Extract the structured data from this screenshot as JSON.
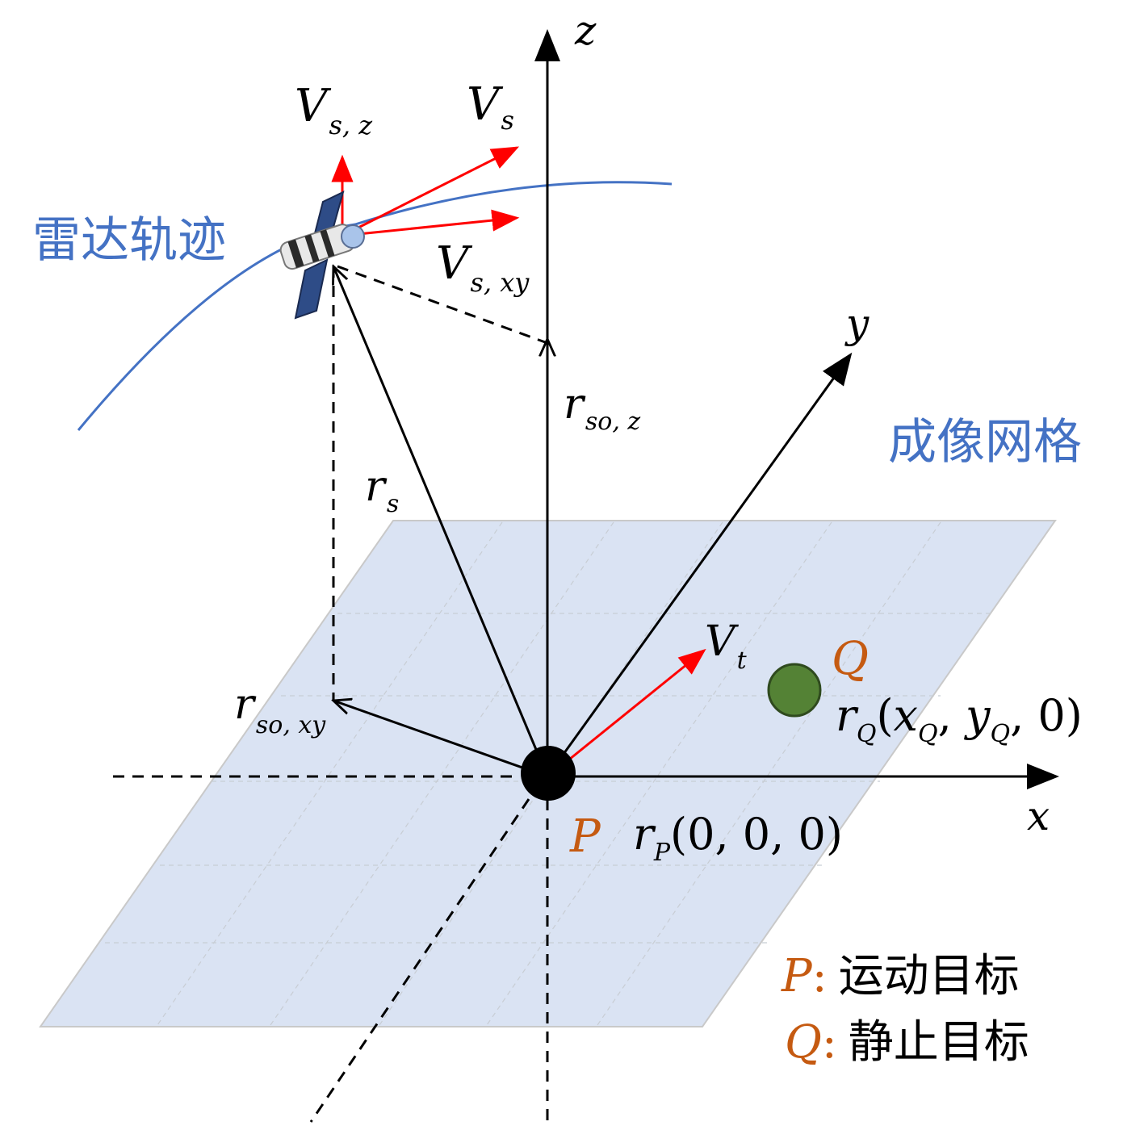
{
  "labels": {
    "radar_trajectory": "雷达轨迹",
    "imaging_grid": "成像网格",
    "axis_x": "x",
    "axis_y": "y",
    "axis_z": "z",
    "vs_z": {
      "main": "V",
      "sub": "s, z"
    },
    "vs": {
      "main": "V",
      "sub": "s"
    },
    "vs_xy": {
      "main": "V",
      "sub": "s, xy"
    },
    "rso_z": {
      "main": "r",
      "sub": "so, z"
    },
    "rs": {
      "main": "r",
      "sub": "s"
    },
    "rso_xy": {
      "main": "r",
      "sub": "so, xy"
    },
    "vt": {
      "main": "V",
      "sub": "t"
    },
    "point_p": "P",
    "point_q": "Q",
    "rp": {
      "main": "r",
      "sub": "P",
      "coords": "(0, 0, 0)"
    },
    "rq": {
      "main": "r",
      "sub": "Q",
      "open": "(",
      "x": "x",
      "xsub": "Q",
      "sep1": ", ",
      "y": "y",
      "ysub": "Q",
      "tail": ", 0)"
    }
  },
  "legend": [
    {
      "symbol": "P",
      "colon": ":",
      "text": "运动目标"
    },
    {
      "symbol": "Q",
      "colon": ":",
      "text": "静止目标"
    }
  ],
  "colors": {
    "trajectory": "#4472c4",
    "grid_fill": "#dae3f3",
    "velocity": "#ff0000",
    "target_label": "#c55a11",
    "stationary_target": "#548235",
    "axis": "#000000"
  }
}
